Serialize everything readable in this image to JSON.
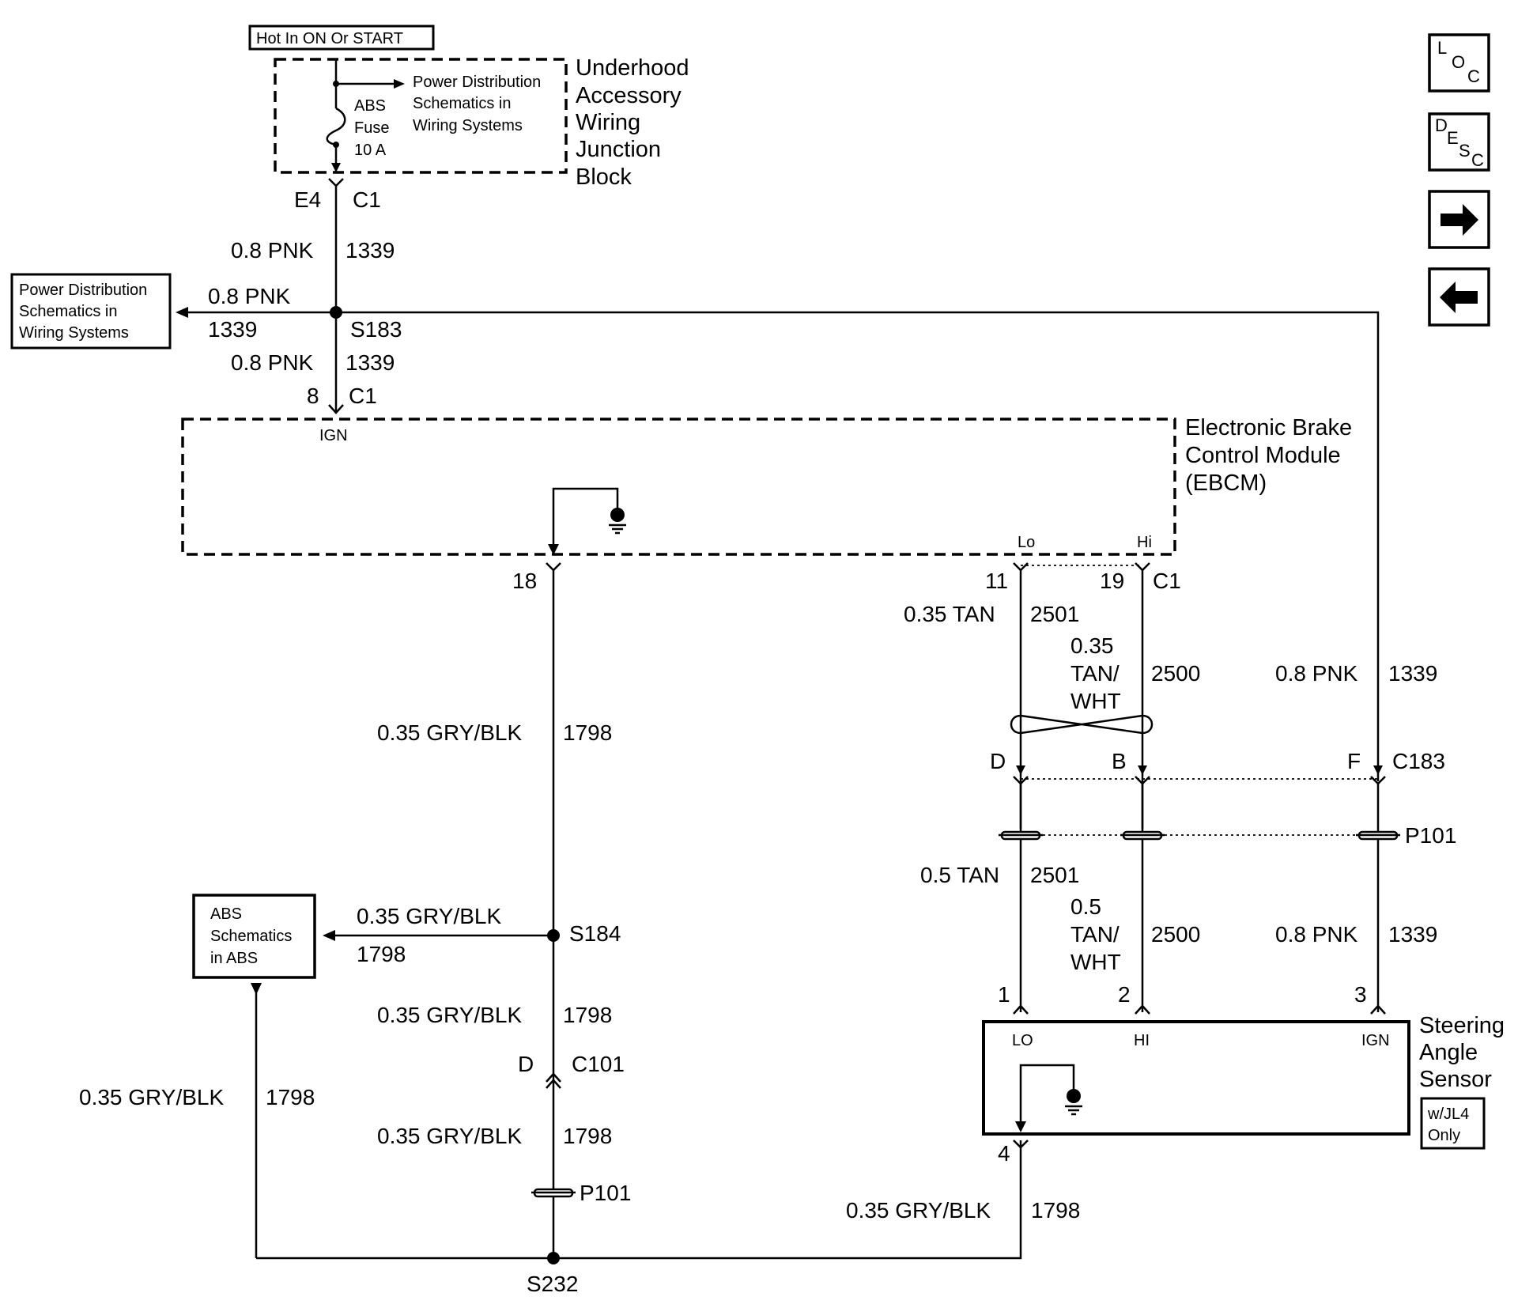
{
  "power": {
    "hot_label": "Hot In ON Or START",
    "fuse_name": "ABS",
    "fuse_word": "Fuse",
    "fuse_rating": "10 A",
    "ref_line1": "Power Distribution",
    "ref_line2": "Schematics in",
    "ref_line3": "Wiring Systems",
    "block_line1": "Underhood",
    "block_line2": "Accessory",
    "block_line3": "Wiring",
    "block_line4": "Junction",
    "block_line5": "Block"
  },
  "nav": {
    "loc": [
      "L",
      "O",
      "C"
    ],
    "desc": [
      "D",
      "E",
      "S",
      "C"
    ]
  },
  "wires": {
    "pin_e4": "E4",
    "conn_c1_top": "C1",
    "w1_gauge": "0.8 PNK",
    "w1_circuit": "1339",
    "left_gauge": "0.8 PNK",
    "left_circuit": "1339",
    "splice_s183": "S183",
    "w2_gauge": "0.8 PNK",
    "w2_circuit": "1339",
    "pin_8": "8",
    "conn_c1_ign": "C1",
    "ref_left_line1": "Power Distribution",
    "ref_left_line2": "Schematics in",
    "ref_left_line3": "Wiring Systems"
  },
  "ebcm": {
    "name_line1": "Electronic Brake",
    "name_line2": "Control Module",
    "name_line3": "(EBCM)",
    "ign": "IGN",
    "lo": "Lo",
    "hi": "Hi",
    "pin_18": "18",
    "pin_11": "11",
    "pin_19": "19",
    "conn_c1": "C1"
  },
  "ground_branch": {
    "a_gauge": "0.35 GRY/BLK",
    "a_circuit": "1798",
    "s184_gauge": "0.35 GRY/BLK",
    "s184_circuit": "1798",
    "splice_s184": "S184",
    "b_gauge": "0.35 GRY/BLK",
    "b_circuit": "1798",
    "c101_pin": "D",
    "c101": "C101",
    "c_gauge": "0.35 GRY/BLK",
    "c_circuit": "1798",
    "p101": "P101",
    "s232": "S232",
    "left_gauge": "0.35 GRY/BLK",
    "left_circuit": "1798",
    "abs_line1": "ABS",
    "abs_line2": "Schematics",
    "abs_line3": "in ABS",
    "sas_gauge": "0.35 GRY/BLK",
    "sas_circuit": "1798"
  },
  "can": {
    "tan_gauge": "0.35 TAN",
    "tan_circuit": "2501",
    "tw_gauge_1": "0.35",
    "tw_gauge_2": "TAN/",
    "tw_gauge_3": "WHT",
    "tw_circuit": "2500",
    "pnk_gauge": "0.8 PNK",
    "pnk_circuit": "1339",
    "pin_d": "D",
    "pin_b": "B",
    "pin_f": "F",
    "c183": "C183",
    "p101": "P101",
    "tan2_gauge": "0.5 TAN",
    "tan2_circuit": "2501",
    "tw2_gauge_1": "0.5",
    "tw2_gauge_2": "TAN/",
    "tw2_gauge_3": "WHT",
    "tw2_circuit": "2500",
    "pnk2_gauge": "0.8 PNK",
    "pnk2_circuit": "1339"
  },
  "sensor": {
    "pin_1": "1",
    "pin_2": "2",
    "pin_3": "3",
    "pin_4": "4",
    "lo": "LO",
    "hi": "HI",
    "ign": "IGN",
    "name_line1": "Steering",
    "name_line2": "Angle",
    "name_line3": "Sensor",
    "option_line1": "w/JL4",
    "option_line2": "Only"
  }
}
